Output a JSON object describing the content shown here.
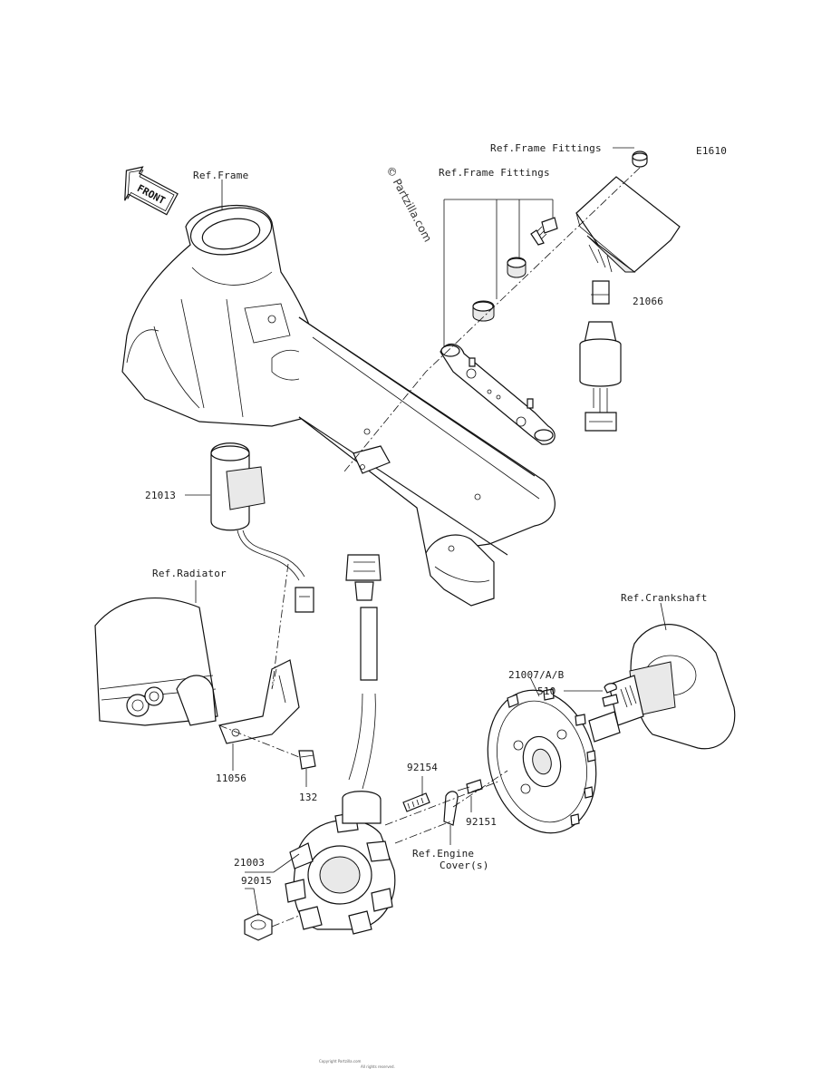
{
  "diagram_id": "E1610",
  "watermark": "© Partzilla.com",
  "front_indicator": "FRONT",
  "footer": [
    "Copyright Partzilla.com",
    "All rights reserved."
  ],
  "labels": {
    "ref_frame": "Ref.Frame",
    "ref_frame_fittings_top": "Ref.Frame Fittings",
    "ref_frame_fittings": "Ref.Frame Fittings",
    "part_21066": "21066",
    "part_21013": "21013",
    "ref_radiator": "Ref.Radiator",
    "ref_crankshaft": "Ref.Crankshaft",
    "part_21007": "21007/A/B",
    "part_510": "510",
    "part_92154": "92154",
    "part_92151": "92151",
    "ref_engine_cover_1": "Ref.Engine",
    "ref_engine_cover_2": "Cover(s)",
    "part_11056": "11056",
    "part_132": "132",
    "part_21003": "21003",
    "part_92015": "92015"
  }
}
